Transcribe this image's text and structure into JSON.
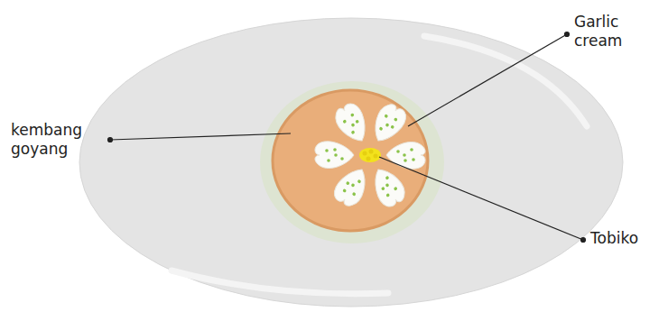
{
  "diagram": {
    "labels": [
      "kembang goyang",
      "Garlic cream",
      "Tobiko"
    ]
  }
}
